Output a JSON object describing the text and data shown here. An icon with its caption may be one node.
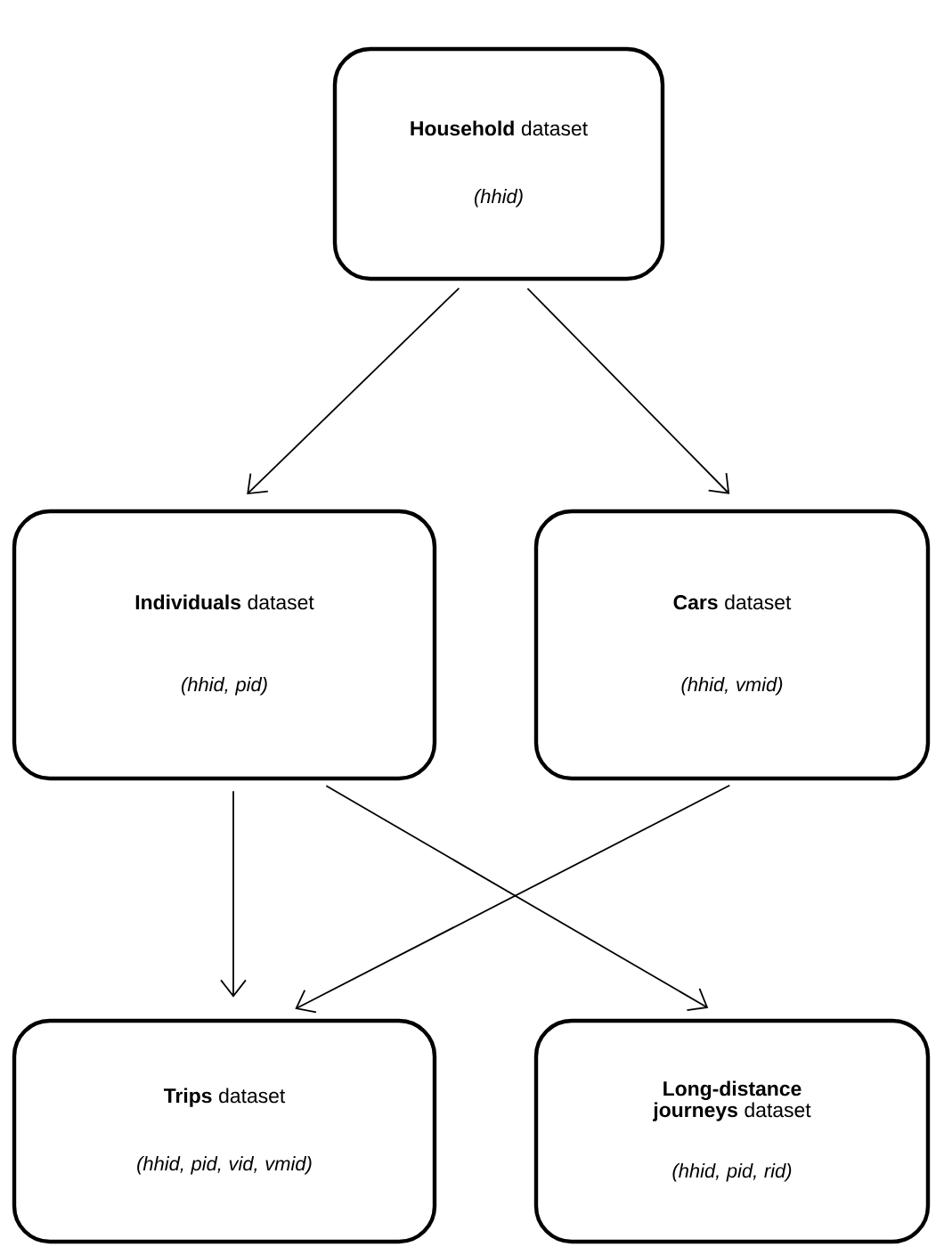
{
  "diagram": {
    "nodes": [
      {
        "text": [
          "**Household** dataset",
          "(hhid)"
        ]
      },
      {
        "text": [
          "**Individuals** dataset",
          "(hhid, pid)"
        ]
      },
      {
        "text": [
          "**Cars** dataset",
          "(hhid, vmid)"
        ]
      },
      {
        "text": [
          "**Trips** dataset",
          "(hhid, pid, vid, vmid)"
        ]
      },
      {
        "text": [
          "**Long-distance journeys** dataset",
          "(hhid, pid, rid)"
        ]
      }
    ],
    "edges": [
      {
        "from": 0,
        "to": 1,
        "arrow": "to"
      },
      {
        "from": 0,
        "to": 2,
        "arrow": "to"
      },
      {
        "from": 1,
        "to": 3,
        "arrow": "to"
      },
      {
        "from": 1,
        "to": 4,
        "arrow": "to"
      },
      {
        "from": 2,
        "to": 3,
        "arrow": "to"
      }
    ]
  }
}
